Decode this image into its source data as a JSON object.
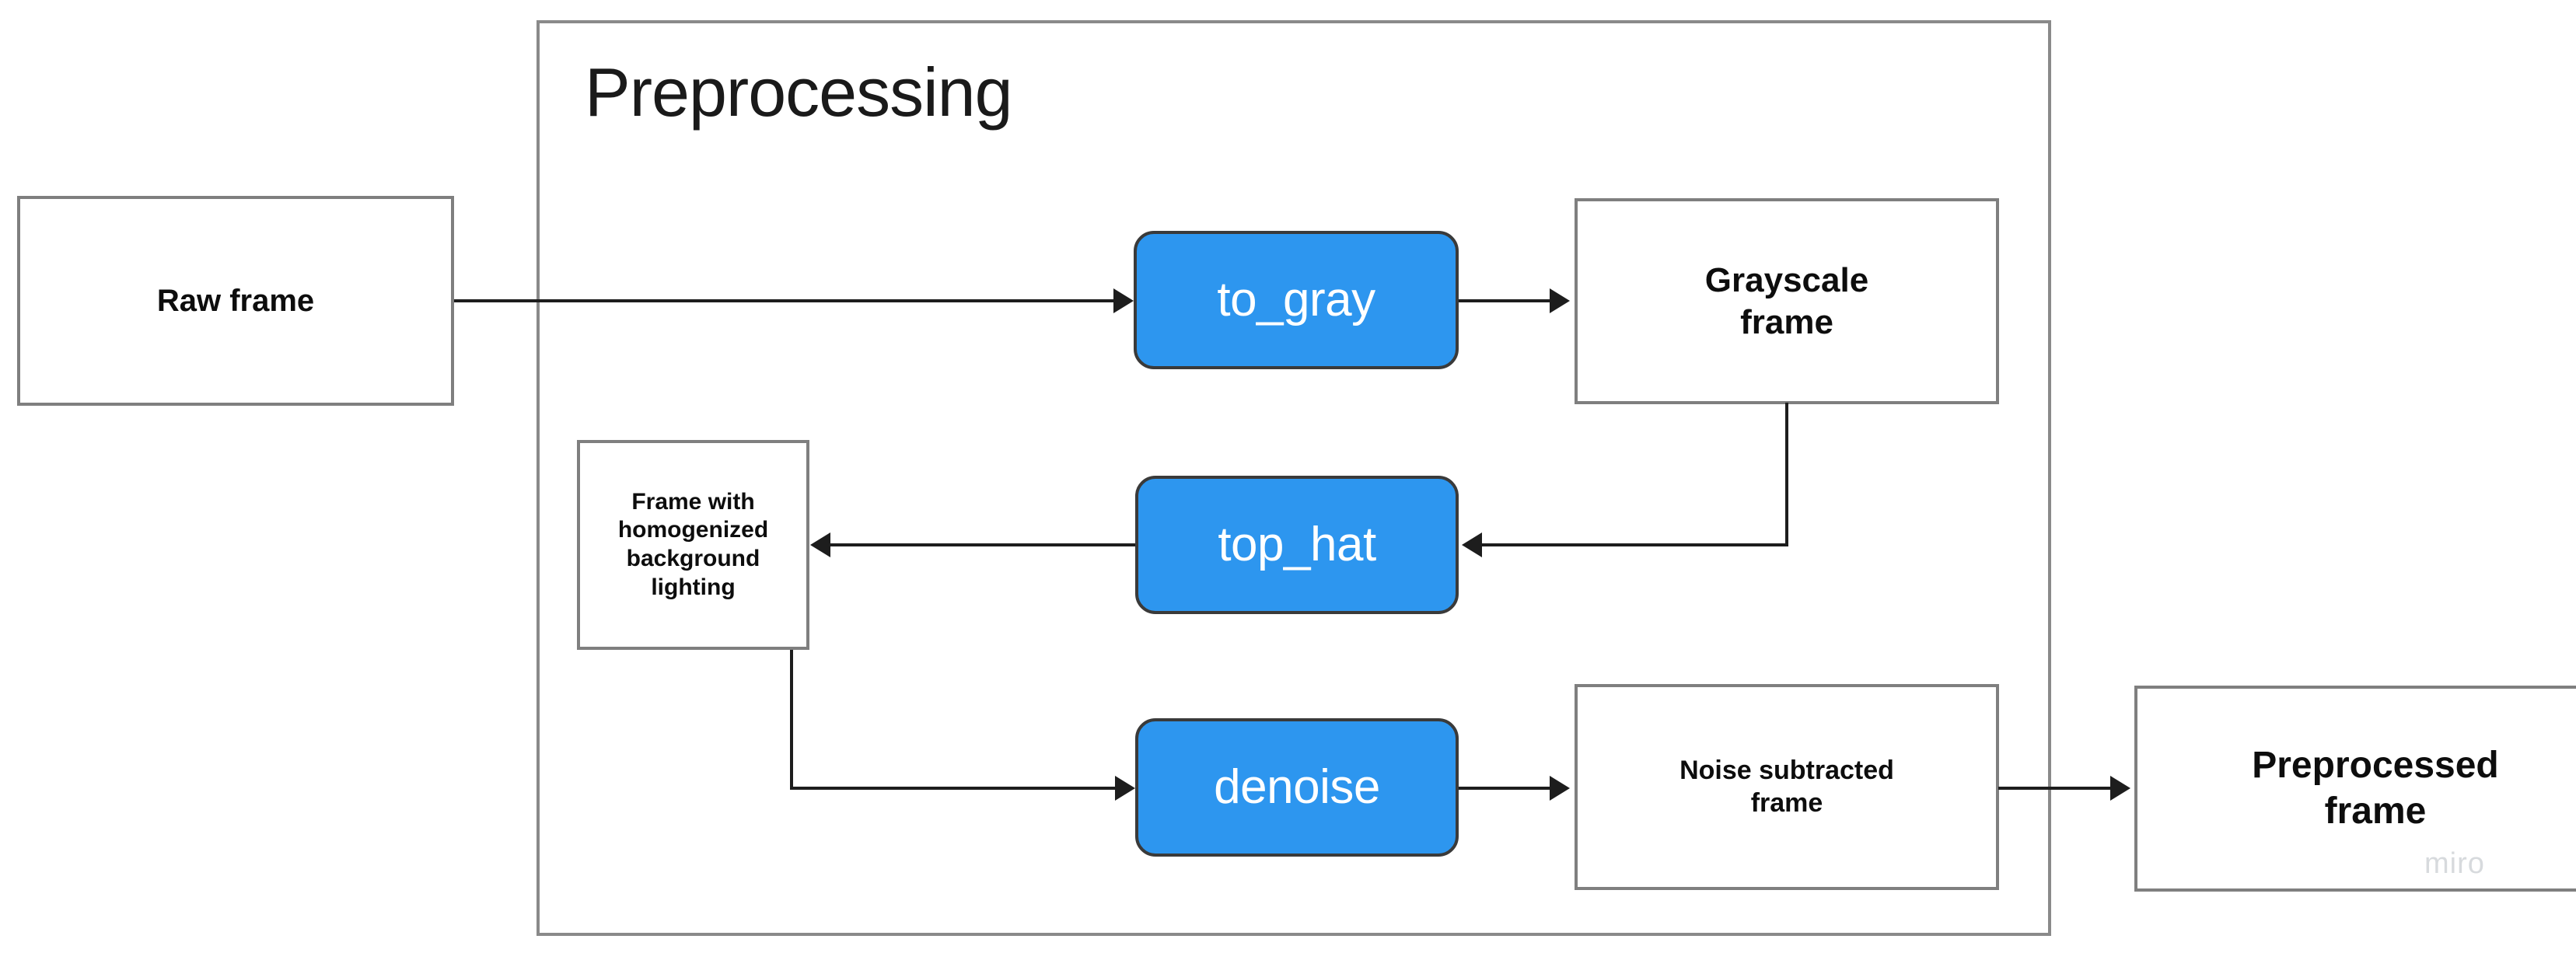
{
  "diagram": {
    "title": "Preprocessing",
    "background_color": "#ffffff",
    "process_color": "#2d96ef",
    "box_border_color": "#7f7f7f",
    "connector_color": "#1d1d1d",
    "group": {
      "label": "Preprocessing"
    },
    "nodes": [
      {
        "id": "raw-frame",
        "label": "Raw frame",
        "type": "data",
        "lines": [
          "Raw frame"
        ]
      },
      {
        "id": "to-gray",
        "label": "to_gray",
        "type": "process",
        "lines": [
          "to_gray"
        ]
      },
      {
        "id": "grayscale-frame",
        "label": "Grayscale frame",
        "type": "data",
        "lines": [
          "Grayscale",
          "frame"
        ]
      },
      {
        "id": "frame-homogenized",
        "label": "Frame with homogenized background lighting",
        "type": "data",
        "lines": [
          "Frame with",
          "homogenized",
          "background lighting"
        ]
      },
      {
        "id": "top-hat",
        "label": "top_hat",
        "type": "process",
        "lines": [
          "top_hat"
        ]
      },
      {
        "id": "denoise",
        "label": "denoise",
        "type": "process",
        "lines": [
          "denoise"
        ]
      },
      {
        "id": "noise-subtracted-frame",
        "label": "Noise subtracted frame",
        "type": "data",
        "lines": [
          "Noise subtracted",
          "frame"
        ]
      },
      {
        "id": "preprocessed-frame",
        "label": "Preprocessed frame",
        "type": "data",
        "lines": [
          "Preprocessed",
          "frame"
        ]
      }
    ],
    "edges": [
      {
        "from": "raw-frame",
        "to": "to-gray"
      },
      {
        "from": "to-gray",
        "to": "grayscale-frame"
      },
      {
        "from": "grayscale-frame",
        "to": "top-hat"
      },
      {
        "from": "top-hat",
        "to": "frame-homogenized"
      },
      {
        "from": "frame-homogenized",
        "to": "denoise"
      },
      {
        "from": "denoise",
        "to": "noise-subtracted-frame"
      },
      {
        "from": "noise-subtracted-frame",
        "to": "preprocessed-frame"
      }
    ],
    "watermark": "miro"
  }
}
